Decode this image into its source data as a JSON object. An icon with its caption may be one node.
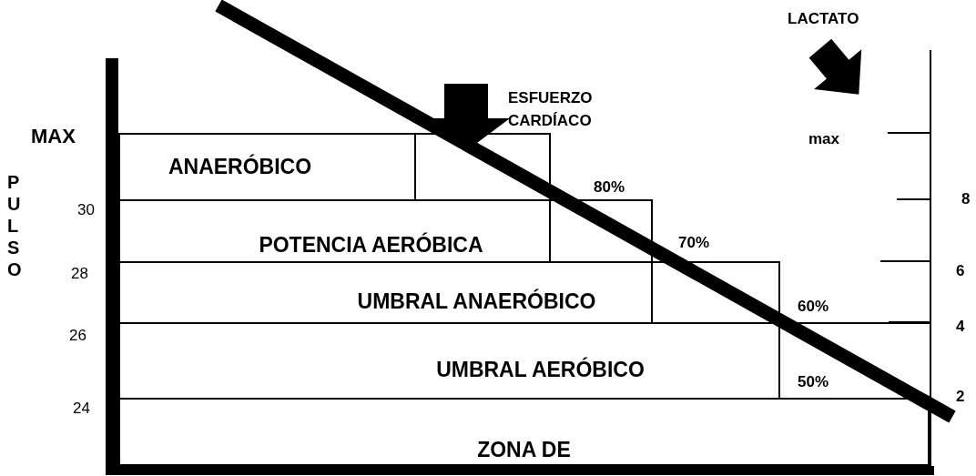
{
  "diagram": {
    "nodes": [
      {
        "text": [
          "ANAERÓBICO"
        ]
      },
      {
        "text": [],
        "shape": "box"
      },
      {
        "text": [
          "POTENCIA AERÓBICA"
        ]
      },
      {
        "text": [],
        "shape": "box"
      },
      {
        "text": [
          "UMBRAL ANAERÓBICO"
        ]
      },
      {
        "text": [],
        "shape": "box"
      },
      {
        "text": [
          "UMBRAL AERÓBICO"
        ]
      },
      {
        "text": [],
        "shape": "box"
      },
      {
        "text": [
          "ZONA DE"
        ]
      }
    ],
    "labels": [
      "LACTATO",
      "ESFUERZO CARDÍACO",
      "MAX",
      "max",
      "PULSO",
      "30",
      "80%",
      "8",
      "70%",
      "28",
      "6",
      "60%",
      "4",
      "26",
      "50%",
      "2",
      "24"
    ]
  }
}
